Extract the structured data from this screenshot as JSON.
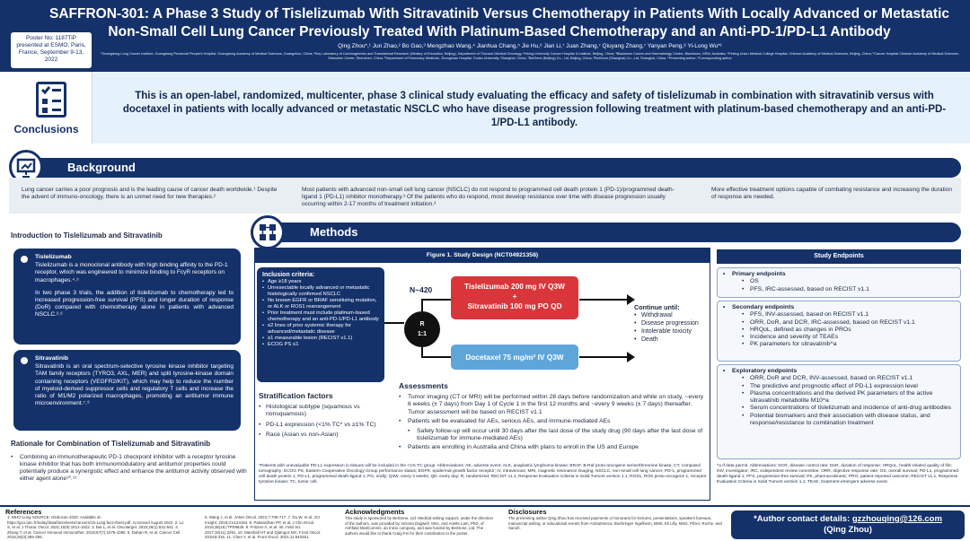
{
  "header": {
    "title": "SAFFRON-301: A Phase 3 Study of Tislelizumab With Sitravatinib Versus Chemotherapy in Patients With Locally Advanced or Metastatic Non-Small Cell Lung Cancer Previously Treated With Platinum-Based Chemotherapy and an Anti-PD-1/PD-L1 Antibody",
    "poster_note": "Poster No: 1187TiP presented at ESMO, Paris, France, September 9-13, 2022",
    "authors": "Qing Zhou*,¹ Jun Zhao,² Bo Gao,³ Mengzhao Wang,⁴ Jianhua Chang,⁵ Jie Hu,⁶ Jian Li,⁷ Juan Zhang,⁷ Qiuyang Zhang,⁷ Yanyan Peng,⁸ Yi-Long Wu*¹",
    "affiliations": "¹Guangdong Lung Cancer Institute, Guangdong Provincial People's Hospital, Guangdong Academy of Medical Sciences, Guangzhou, China; ²Key Laboratory of Carcinogenesis and Translational Research (Ministry of Education, Beijing), Department of Thoracic Medical Oncology, Peking University Cancer Hospital & Institute, Beijing, China; ³Blacktown Cancer and Haematology Centre, Blacktown, NSW, Australia; ⁴Peking Union Medical College Hospital, Chinese Academy of Medical Sciences, Beijing, China; ⁵Cancer Hospital Chinese Academy of Medical Sciences, Shenzhen Center, Shenzhen, China; ⁶Department of Pulmonary Medicine, Zhongshan Hospital, Fudan University, Shanghai, China; ⁷BeiGene (Beijing) Co., Ltd, Beijing, China; ⁸BeiGene (Shanghai) Co., Ltd, Shanghai, China. *Presenting author; ¹Corresponding author"
  },
  "conclusions": {
    "label": "Conclusions",
    "text": "This is an open-label, randomized, multicenter, phase 3 clinical study evaluating the efficacy and safety of tislelizumab in combination with sitravatinib versus with docetaxel in patients with locally advanced or metastatic NSCLC who have disease progression following treatment with platinum-based chemotherapy and an anti-PD-1/PD-L1 antibody."
  },
  "background": {
    "title": "Background",
    "col1": "Lung cancer carries a poor prognosis and is the leading cause of cancer death worldwide.¹ Despite the advent of immuno-oncology, there is an unmet need for new therapies.²",
    "col2": "Most patients with advanced non-small cell lung cancer (NSCLC) do not respond to programmed cell death protein 1 (PD-1)/programmed death-ligand 1 (PD-L1) inhibitor monotherapy.³ Of the patients who do respond, most develop resistance over time with disease progression usually occurring within 2-17 months of treatment initiation.³",
    "col3": "More effective treatment options capable of combating resistance and increasing the duration of response are needed."
  },
  "methods": {
    "title": "Methods",
    "intro_heading": "Introduction to Tislelizumab and Sitravatinib",
    "tislelizumab": {
      "heading": "Tislelizumab",
      "p1": "Tislelizumab is a monoclonal antibody with high binding affinity to the PD-1 receptor, which was engineered to minimize binding to FcγR receptors on macrophages.⁴˒⁵",
      "p2": "In two phase 3 trials, the addition of tislelizumab to chemotherapy led to increased progression-free survival (PFS) and longer duration of response (DoR) compared with chemotherapy alone in patients with advanced NSCLC.²˒⁶"
    },
    "sitravatinib": {
      "heading": "Sitravatinib",
      "p1": "Sitravatinib is an oral spectrum-selective tyrosine kinase inhibitor targeting TAM family receptors (TYRO3, AXL, MER) and split tyrosine-kinase domain containing receptors (VEGFR2/KIT), which may help to reduce the number of myeloid-derived suppressor cells and regulatory T cells and increase the ratio of M1/M2 polarized macrophages, promoting an antitumor immune microenvironment.⁷˒⁹"
    },
    "rationale_heading": "Rationale for Combination of Tislelizumab and Sitravatinib",
    "rationale": "Combining an immunotherapeutic PD-1 checkpoint inhibitor with a receptor tyrosine kinase inhibitor that has both immunomodulatory and antitumor properties could potentially produce a synergistic effect and enhance the antitumor activity observed with either agent alone¹⁰˒¹¹"
  },
  "figure": {
    "heading": "Figure 1. Study Design (NCT04921358)",
    "inclusion_heading": "Inclusion criteria:",
    "inclusion": [
      "Age ≥18 years",
      "Unresectable locally advanced or metastatic histologically confirmed NSCLC",
      "No known EGFR or BRAF sensitizing mutation, or ALK or ROS1 rearrangement",
      "Prior treatment must include platinum-based chemotherapy and an anti-PD-1/PD-L1 antibody",
      "≤2 lines of prior systemic therapy for advanced/metastatic disease",
      "≥1 measurable lesion (RECIST v1.1)",
      "ECOG PS ≤1"
    ],
    "n": "N~420",
    "randomization_top": "R",
    "randomization_bottom": "1:1",
    "arm1_line1": "Tislelizumab 200 mg IV Q3W",
    "arm1_plus": "+",
    "arm1_line2": "Sitravatinib 100 mg PO QD",
    "arm2": "Docetaxel 75 mg/m² IV Q3W",
    "continue_heading": "Continue until:",
    "continue_items": [
      "Withdrawal",
      "Disease progression",
      "Intolerable toxicity",
      "Death"
    ],
    "strat_heading": "Stratification factors",
    "strat_items": [
      "Histological subtype (squamous vs nonsquamous)",
      "PD-L1 expression (<1% TC* vs ≥1% TC)",
      "Race (Asian vs non-Asian)"
    ],
    "assess_heading": "Assessments",
    "assess_items": [
      "Tumor imaging (CT or MRI) will be performed within 28 days before randomization and while on study, ~every 6 weeks (± 7 days) from Day 1 of Cycle 1 in the first 12 months and ~every 9 weeks (± 7 days) thereafter. Tumor assessment will be based on RECIST v1.1",
      "Patients will be evaluated for AEs, serious AEs, and immune-mediated AEs",
      "Safety follow-up will occur until 30 days after the last dose of the study drug (90 days after the last dose of tislelizumab for immune-mediated AEs)",
      "Patients are enrolling in Australia and China with plans to enroll in the US and Europe"
    ],
    "footnote": "*Patients with unevaluable PD-L1 expression in tissues will be included in the <1% TC group. Abbreviations: AE, adverse event; ALK, anaplastic lymphoma kinase; BRAF, B-Raf proto-oncogene serine/threonine kinase; CT, computed tomography; ECOG PS, Eastern Cooperative Oncology Group performance status; EGFR, epidermal growth factor receptor; IV, intravenous; MRI, magnetic resonance imaging; NSCLC, non-small cell lung cancer; PD-1, programmed cell death protein 1; PD-L1, programmed death-ligand 1; PO, orally; Q3W, every 3 weeks; QD, every day; R, randomized; RECIST v1.1, Response Evaluation Criteria in Solid Tumors version 1.1; ROS1, ROS proto-oncogene 1, receptor tyrosine kinase; TC, tumor cell."
  },
  "endpoints": {
    "heading": "Study Endpoints",
    "primary_heading": "Primary endpoints",
    "primary": [
      "OS",
      "PFS, IRC-assessed, based on RECIST v1.1"
    ],
    "secondary_heading": "Secondary endpoints",
    "secondary": [
      "PFS, INV-assessed, based on RECIST v1.1",
      "ORR, DoR, and DCR, IRC-assessed, based on RECIST v1.1",
      "HRQoL, defined as changes in PROs",
      "Incidence and severity of TEAEs",
      "PK parameters for sitravatinib^a"
    ],
    "exploratory_heading": "Exploratory endpoints",
    "exploratory": [
      "ORR, DoR and DCR, INV-assessed, based on RECIST v1.1",
      "The predictive and prognostic effect of PD-L1 expression level",
      "Plasma concentrations and the derived PK parameters of the active sitravatinib metabolite M10^a",
      "Serum concentrations of tislelizumab and incidence of anti-drug antibodies",
      "Potential biomarkers and their association with disease status, and response/resistance to combination treatment"
    ],
    "footnote": "^a If data permit. Abbreviations: DCR, disease control rate; DoR, duration of response; HRQoL, health-related quality of life; INV, investigator; IRC, independent review committee; ORR, objective response rate; OS, overall survival; PD-L1, programmed death-ligand 1; PFS, progression-free survival; PK, pharmacokinetic; PRO, patient-reported outcome; RECIST v1.1, Response Evaluation Criteria in Solid Tumors version 1.1; TEAE, treatment-emergent adverse event."
  },
  "footer": {
    "references_heading": "References",
    "references_col1": "1. WHO Lung SOURCE: Globocan 2020. Available at: https://gco.iarc.fr/today/data/factsheets/cancers/15-Lung-fact-sheet.pdf. Accessed August 2022. 2. Lu S, et al. J Thorac Oncol. 2021;16(9):1512-1522. 3. Bai L, et al. Oncotarget. 2019;26(1):531-541. 4. Zhang T, et al. Cancer Immunol Immunother. 2018;67(7):1079-1090. 5. Dahan R, et al. Cancer Cell. 2015;28(3):285-295.",
    "references_col2": "6. Wang J, et al. JAMA Oncol. 2021;7:709-717. 7. Du W, et al. JCI Insight. 2018;3:e124184. 8. Patwardhan PP, et al. J Clin Oncol. 2016;36(15):TPS9626. 9. Fritzner A, et al. Int J Mol Sci. 2017;18(11):2291. 10. Marshall HT and Djamgoz MA. Front Oncol. 2018;8:315. 11. Chen Y, et al. Front Oncol. 2021;11:640251.",
    "ack_heading": "Acknowledgments",
    "ack": "This study is sponsored by BeiGene, Ltd. Medical writing support, under the direction of the authors, was provided by Victoria Dagwell, MSc, and Arielle Lam, PhD, of Ashfield MedComms, an Inizio company, and was funded by BeiGene, Ltd. The authors would like to thank Craig Fei for their contribution to the poster.",
    "disc_heading": "Disclosures",
    "disc": "The presenting author Qing Zhou has received payments or honoraria for lectures, presentations, speakers bureaus, manuscript writing, or educational events from AstraZeneca, Boehringer Ingelheim, BMS, Eli Lilly, MSD, Pfizer, Roche, and Sanofi.",
    "contact_label": "*Author contact details: ",
    "contact_email": "gzzhouqing@126.com",
    "contact_name": "(Qing Zhou)"
  }
}
